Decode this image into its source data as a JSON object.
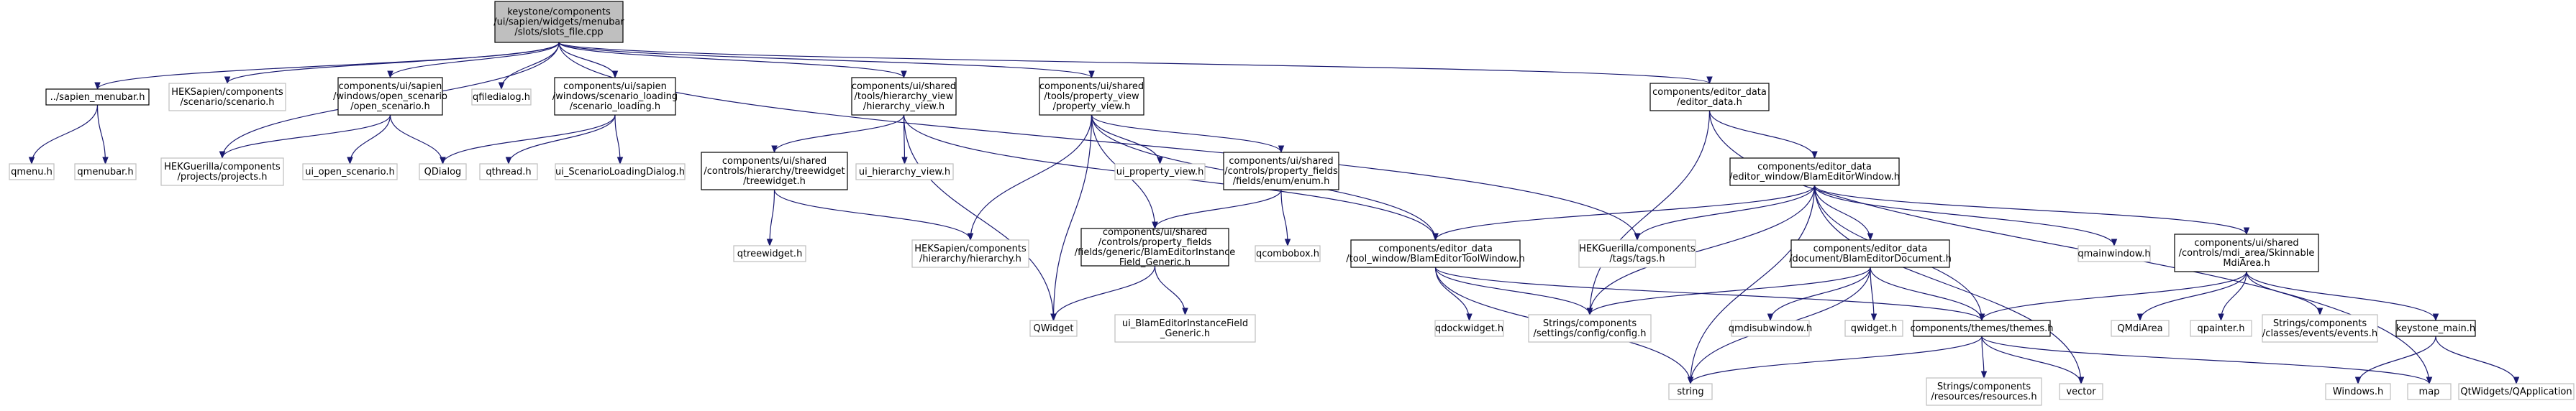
{
  "root_id": "root",
  "colors": {
    "edge": "#191970",
    "root_fill": "#bfbfbf",
    "root_border": "#000000",
    "header_fill": "#ffffff",
    "header_border": "#000000",
    "system_border": "#bfbfbf",
    "system_text": "#000000"
  },
  "nodes": [
    {
      "id": "root",
      "kind": "root",
      "lines": [
        "keystone/components",
        "/ui/sapien/widgets/menubar",
        "/slots/slots_file.cpp"
      ]
    },
    {
      "id": "sapien_menubar",
      "kind": "header",
      "lines": [
        "../sapien_menubar.h"
      ]
    },
    {
      "id": "scenario_h",
      "kind": "system",
      "lines": [
        "HEKSapien/components",
        "/scenario/scenario.h"
      ]
    },
    {
      "id": "open_scenario",
      "kind": "header",
      "lines": [
        "components/ui/sapien",
        "/windows/open_scenario",
        "/open_scenario.h"
      ]
    },
    {
      "id": "qfiledialog",
      "kind": "system",
      "lines": [
        "qfiledialog.h"
      ]
    },
    {
      "id": "scenario_loading",
      "kind": "header",
      "lines": [
        "components/ui/sapien",
        "/windows/scenario_loading",
        "/scenario_loading.h"
      ]
    },
    {
      "id": "hierarchy_view",
      "kind": "header",
      "lines": [
        "components/ui/shared",
        "/tools/hierarchy_view",
        "/hierarchy_view.h"
      ]
    },
    {
      "id": "property_view",
      "kind": "header",
      "lines": [
        "components/ui/shared",
        "/tools/property_view",
        "/property_view.h"
      ]
    },
    {
      "id": "editor_data",
      "kind": "header",
      "lines": [
        "components/editor_data",
        "/editor_data.h"
      ]
    },
    {
      "id": "qmenu",
      "kind": "system",
      "lines": [
        "qmenu.h"
      ]
    },
    {
      "id": "qmenubar",
      "kind": "system",
      "lines": [
        "qmenubar.h"
      ]
    },
    {
      "id": "projects",
      "kind": "system",
      "lines": [
        "HEKGuerilla/components",
        "/projects/projects.h"
      ]
    },
    {
      "id": "ui_open_scenario",
      "kind": "system",
      "lines": [
        "ui_open_scenario.h"
      ]
    },
    {
      "id": "qdialog",
      "kind": "system",
      "lines": [
        "QDialog"
      ]
    },
    {
      "id": "qthread",
      "kind": "system",
      "lines": [
        "qthread.h"
      ]
    },
    {
      "id": "ui_scenarioloading",
      "kind": "system",
      "lines": [
        "ui_ScenarioLoadingDialog.h"
      ]
    },
    {
      "id": "treewidget",
      "kind": "header",
      "lines": [
        "components/ui/shared",
        "/controls/hierarchy/treewidget",
        "/treewidget.h"
      ]
    },
    {
      "id": "ui_hierarchy_view",
      "kind": "system",
      "lines": [
        "ui_hierarchy_view.h"
      ]
    },
    {
      "id": "ui_property_view",
      "kind": "system",
      "lines": [
        "ui_property_view.h"
      ]
    },
    {
      "id": "enum_h",
      "kind": "header",
      "lines": [
        "components/ui/shared",
        "/controls/property_fields",
        "/fields/enum/enum.h"
      ]
    },
    {
      "id": "blam_editor_window",
      "kind": "header",
      "lines": [
        "components/editor_data",
        "/editor_window/BlamEditorWindow.h"
      ]
    },
    {
      "id": "qtreewidget",
      "kind": "system",
      "lines": [
        "qtreewidget.h"
      ]
    },
    {
      "id": "hierarchy_h",
      "kind": "system",
      "lines": [
        "HEKSapien/components",
        "/hierarchy/hierarchy.h"
      ]
    },
    {
      "id": "blam_instance_field",
      "kind": "header",
      "lines": [
        "components/ui/shared",
        "/controls/property_fields",
        "/fields/generic/BlamEditorInstance",
        "Field_Generic.h"
      ]
    },
    {
      "id": "qcombobox",
      "kind": "system",
      "lines": [
        "qcombobox.h"
      ]
    },
    {
      "id": "tool_window",
      "kind": "header",
      "lines": [
        "components/editor_data",
        "/tool_window/BlamEditorToolWindow.h"
      ]
    },
    {
      "id": "tags_h",
      "kind": "system",
      "lines": [
        "HEKGuerilla/components",
        "/tags/tags.h"
      ]
    },
    {
      "id": "blam_editor_document",
      "kind": "header",
      "lines": [
        "components/editor_data",
        "/document/BlamEditorDocument.h"
      ]
    },
    {
      "id": "qmainwindow",
      "kind": "system",
      "lines": [
        "qmainwindow.h"
      ]
    },
    {
      "id": "skinnable_mdi",
      "kind": "header",
      "lines": [
        "components/ui/shared",
        "/controls/mdi_area/Skinnable",
        "MdiArea.h"
      ]
    },
    {
      "id": "qwidget_cap",
      "kind": "system",
      "lines": [
        "QWidget"
      ]
    },
    {
      "id": "ui_blam_instance",
      "kind": "system",
      "lines": [
        "ui_BlamEditorInstanceField",
        "_Generic.h"
      ]
    },
    {
      "id": "qdockwidget",
      "kind": "system",
      "lines": [
        "qdockwidget.h"
      ]
    },
    {
      "id": "config_h",
      "kind": "system",
      "lines": [
        "Strings/components",
        "/settings/config/config.h"
      ]
    },
    {
      "id": "qmdisubwindow",
      "kind": "system",
      "lines": [
        "qmdisubwindow.h"
      ]
    },
    {
      "id": "qwidget_h",
      "kind": "system",
      "lines": [
        "qwidget.h"
      ]
    },
    {
      "id": "themes_h",
      "kind": "header",
      "lines": [
        "components/themes/themes.h"
      ]
    },
    {
      "id": "qmdiarea",
      "kind": "system",
      "lines": [
        "QMdiArea"
      ]
    },
    {
      "id": "qpainter",
      "kind": "system",
      "lines": [
        "qpainter.h"
      ]
    },
    {
      "id": "events_h",
      "kind": "system",
      "lines": [
        "Strings/components",
        "/classes/events/events.h"
      ]
    },
    {
      "id": "keystone_main",
      "kind": "header",
      "lines": [
        "keystone_main.h"
      ]
    },
    {
      "id": "string",
      "kind": "system",
      "lines": [
        "string"
      ]
    },
    {
      "id": "resources_h",
      "kind": "system",
      "lines": [
        "Strings/components",
        "/resources/resources.h"
      ]
    },
    {
      "id": "vector",
      "kind": "system",
      "lines": [
        "vector"
      ]
    },
    {
      "id": "windows_h",
      "kind": "system",
      "lines": [
        "Windows.h"
      ]
    },
    {
      "id": "map",
      "kind": "system",
      "lines": [
        "map"
      ]
    },
    {
      "id": "qtwidgets_qapp",
      "kind": "system",
      "lines": [
        "QtWidgets/QApplication"
      ]
    }
  ],
  "edges": [
    [
      "root",
      "sapien_menubar"
    ],
    [
      "root",
      "scenario_h"
    ],
    [
      "root",
      "open_scenario"
    ],
    [
      "root",
      "qfiledialog"
    ],
    [
      "root",
      "scenario_loading"
    ],
    [
      "root",
      "hierarchy_view"
    ],
    [
      "root",
      "property_view"
    ],
    [
      "root",
      "editor_data"
    ],
    [
      "root",
      "projects"
    ],
    [
      "root",
      "tags_h"
    ],
    [
      "sapien_menubar",
      "qmenu"
    ],
    [
      "sapien_menubar",
      "qmenubar"
    ],
    [
      "open_scenario",
      "projects"
    ],
    [
      "open_scenario",
      "ui_open_scenario"
    ],
    [
      "open_scenario",
      "qdialog"
    ],
    [
      "scenario_loading",
      "qdialog"
    ],
    [
      "scenario_loading",
      "qthread"
    ],
    [
      "scenario_loading",
      "ui_scenarioloading"
    ],
    [
      "hierarchy_view",
      "treewidget"
    ],
    [
      "hierarchy_view",
      "ui_hierarchy_view"
    ],
    [
      "hierarchy_view",
      "qwidget_cap"
    ],
    [
      "hierarchy_view",
      "tool_window"
    ],
    [
      "treewidget",
      "qtreewidget"
    ],
    [
      "treewidget",
      "hierarchy_h"
    ],
    [
      "property_view",
      "ui_property_view"
    ],
    [
      "property_view",
      "enum_h"
    ],
    [
      "property_view",
      "blam_instance_field"
    ],
    [
      "property_view",
      "hierarchy_h"
    ],
    [
      "property_view",
      "qwidget_cap"
    ],
    [
      "property_view",
      "tool_window"
    ],
    [
      "enum_h",
      "blam_instance_field"
    ],
    [
      "enum_h",
      "qcombobox"
    ],
    [
      "blam_instance_field",
      "qwidget_cap"
    ],
    [
      "blam_instance_field",
      "ui_blam_instance"
    ],
    [
      "editor_data",
      "blam_editor_window"
    ],
    [
      "editor_data",
      "config_h"
    ],
    [
      "editor_data",
      "map"
    ],
    [
      "blam_editor_window",
      "tool_window"
    ],
    [
      "blam_editor_window",
      "tags_h"
    ],
    [
      "blam_editor_window",
      "blam_editor_document"
    ],
    [
      "blam_editor_window",
      "qmainwindow"
    ],
    [
      "blam_editor_window",
      "skinnable_mdi"
    ],
    [
      "blam_editor_window",
      "config_h"
    ],
    [
      "blam_editor_window",
      "themes_h"
    ],
    [
      "blam_editor_window",
      "string"
    ],
    [
      "blam_editor_window",
      "vector"
    ],
    [
      "tool_window",
      "qdockwidget"
    ],
    [
      "tool_window",
      "config_h"
    ],
    [
      "tool_window",
      "themes_h"
    ],
    [
      "tool_window",
      "string"
    ],
    [
      "blam_editor_document",
      "qmdisubwindow"
    ],
    [
      "blam_editor_document",
      "qwidget_h"
    ],
    [
      "blam_editor_document",
      "themes_h"
    ],
    [
      "blam_editor_document",
      "config_h"
    ],
    [
      "blam_editor_document",
      "string"
    ],
    [
      "skinnable_mdi",
      "qmdiarea"
    ],
    [
      "skinnable_mdi",
      "qpainter"
    ],
    [
      "skinnable_mdi",
      "events_h"
    ],
    [
      "skinnable_mdi",
      "keystone_main"
    ],
    [
      "skinnable_mdi",
      "themes_h"
    ],
    [
      "themes_h",
      "string"
    ],
    [
      "themes_h",
      "resources_h"
    ],
    [
      "themes_h",
      "vector"
    ],
    [
      "themes_h",
      "map"
    ],
    [
      "keystone_main",
      "windows_h"
    ],
    [
      "keystone_main",
      "qtwidgets_qapp"
    ]
  ]
}
